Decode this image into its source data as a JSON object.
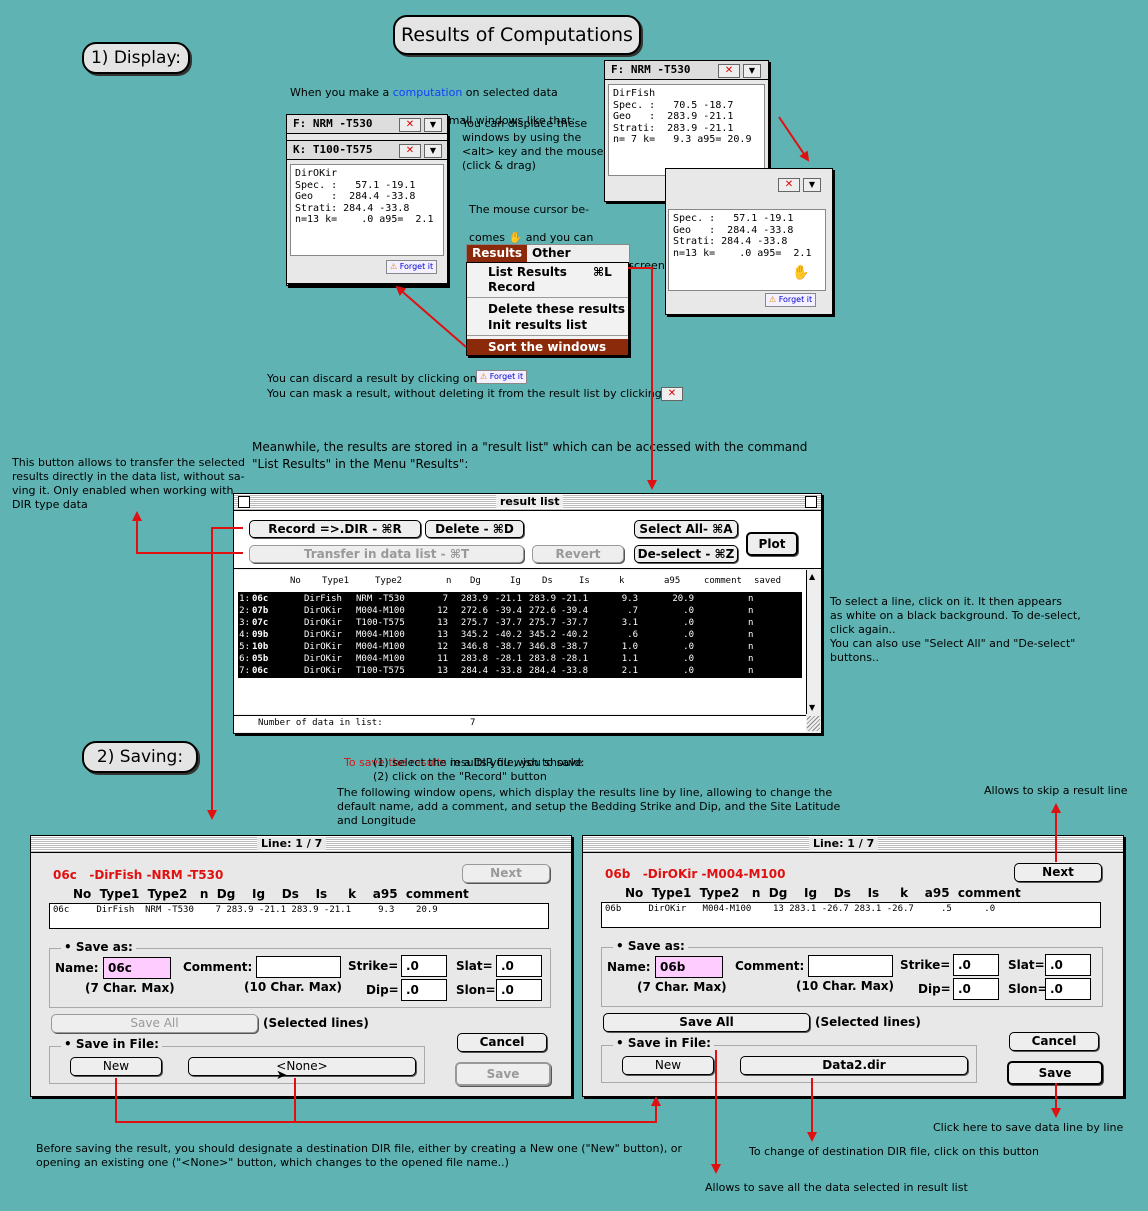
{
  "page_title": "Results of Computations",
  "section1_label": "1) Display:",
  "section2_label": "2) Saving:",
  "intro": {
    "line1_pre": "When you make a ",
    "line1_link": "computation",
    "line1_post": " on selected data",
    "line2": "the results are displayed in small windows like that:"
  },
  "note_displace": "You can displace these\nwindows by using the\n<alt> key and the mouse\n(click & drag)",
  "note_cursor_1": "The mouse cursor be-",
  "note_cursor_2a": "comes",
  "note_cursor_2b": "and you can",
  "note_cursor_3": "drag the window around the screen",
  "note_discard": "You can discard a result by clicking on:",
  "note_mask": "You can mask a result, without deleting it from the result list by clicking on:",
  "note_meanwhile": "Meanwhile, the results are stored in a \"result list\" which can be accessed with the command\n\"List Results\" in the Menu \"Results\":",
  "note_transfer": "This button allows to transfer the selected\nresults directly in the data list, without sa-\nving it. Only enabled when working with\nDIR type data",
  "note_select": "To select a line, click on it. It then appears\nas white on a black background. To de-select,\nclick again..\nYou can also use \"Select All\" and \"De-select\"\nbuttons..",
  "note_save_red": "To save the results",
  "note_save_rest": " in a DIR file, you should:",
  "note_save_steps": "(1) select the results you wish to save\n(2) click on the \"Record\" button",
  "note_save_window": "The following window opens, which display the results line by line, allowing to change the\ndefault name, add a comment, and setup the Bedding Strike and Dip, and the Site Latitude\nand Longitude",
  "note_skip": "Allows to skip a result line",
  "note_click_save": "Click here to save data line by line",
  "note_designate": "Before saving the result, you should designate a destination DIR file, either by creating a New one (\"New\" button), or\nopening an existing one (\"<None>\" button, which changes to the opened file name..)",
  "note_change_file": "To change of destination DIR file, click on this button",
  "note_save_all": "Allows to save all the data selected in result list",
  "forget_label": "Forget it",
  "close_glyph": "✕",
  "hand_glyph": "✋",
  "windows": {
    "w1_title": "F:  NRM -T530",
    "w2_title": "K:  T100-T575",
    "w2_body": "DirOKir\nSpec. :   57.1 -19.1\nGeo   :  284.4 -33.8\nStrati: 284.4 -33.8\nn=13 k=    .0 a95=  2.1",
    "w3_title": "F:  NRM -T530",
    "w3_body": "DirFish\nSpec. :   70.5 -18.7\nGeo   :  283.9 -21.1\nStrati:  283.9 -21.1\nn= 7 k=   9.3 a95= 20.9",
    "w4_body": "Spec. :   57.1 -19.1\nGeo   :  284.4 -33.8\nStrati: 284.4 -33.8\nn=13 k=    .0 a95=  2.1"
  },
  "menu": {
    "bar": [
      "Results",
      "Other drawings"
    ],
    "items": [
      {
        "label": "List Results",
        "shortcut": "⌘L"
      },
      {
        "label": "Record",
        "shortcut": ""
      },
      {
        "label": "Delete these results",
        "shortcut": ""
      },
      {
        "label": "Init results list",
        "shortcut": ""
      },
      {
        "label": "Sort the windows",
        "shortcut": ""
      }
    ]
  },
  "result_list": {
    "title": "result list",
    "buttons": {
      "record": "Record =>.DIR - ⌘R",
      "delete": "Delete - ⌘D",
      "select_all": "Select All- ⌘A",
      "plot": "Plot",
      "transfer": "Transfer in data list - ⌘T",
      "revert": "Revert",
      "deselect": "De-select - ⌘Z"
    },
    "headers": [
      "No",
      "Type1",
      "Type2",
      "n",
      "Dg",
      "Ig",
      "Ds",
      "Is",
      "k",
      "a95",
      "comment",
      "saved"
    ],
    "rows": [
      [
        "1:",
        "06c",
        "DirFish",
        "NRM -T530",
        "7",
        "283.9",
        "-21.1",
        "283.9",
        "-21.1",
        "9.3",
        "20.9",
        "n"
      ],
      [
        "2:",
        "07b",
        "DirOKir",
        "M004-M100",
        "12",
        "272.6",
        "-39.4",
        "272.6",
        "-39.4",
        ".7",
        ".0",
        "n"
      ],
      [
        "3:",
        "07c",
        "DirOKir",
        "T100-T575",
        "13",
        "275.7",
        "-37.7",
        "275.7",
        "-37.7",
        "3.1",
        ".0",
        "n"
      ],
      [
        "4:",
        "09b",
        "DirOKir",
        "M004-M100",
        "13",
        "345.2",
        "-40.2",
        "345.2",
        "-40.2",
        ".6",
        ".0",
        "n"
      ],
      [
        "5:",
        "10b",
        "DirOKir",
        "M004-M100",
        "12",
        "346.8",
        "-38.7",
        "346.8",
        "-38.7",
        "1.0",
        ".0",
        "n"
      ],
      [
        "6:",
        "05b",
        "DirOKir",
        "M004-M100",
        "11",
        "283.8",
        "-28.1",
        "283.8",
        "-28.1",
        "1.1",
        ".0",
        "n"
      ],
      [
        "7:",
        "06c",
        "DirOKir",
        "T100-T575",
        "13",
        "284.4",
        "-33.8",
        "284.4",
        "-33.8",
        "2.1",
        ".0",
        "n"
      ]
    ],
    "footer_label": "Number of data in list:",
    "footer_count": "7"
  },
  "dialog_left": {
    "title": "Line:  1 / 7",
    "heading": "06c   -DirFish -NRM -T530",
    "next": "Next",
    "col_header": "No  Type1  Type2   n  Dg    Ig    Ds    Is     k    a95  comment",
    "row": "06c     DirFish  NRM -T530    7 283.9 -21.1 283.9 -21.1     9.3    20.9",
    "save_as": "• Save as:",
    "name_label": "Name:",
    "name_value": "06c",
    "name_hint": "(7 Char. Max)",
    "comment_label": "Comment:",
    "comment_hint": "(10 Char. Max)",
    "strike_label": "Strike=",
    "strike_value": ".0",
    "dip_label": "Dip=",
    "dip_value": ".0",
    "slat_label": "Slat=",
    "slat_value": ".0",
    "slon_label": "Slon=",
    "slon_value": ".0",
    "save_all": "Save All",
    "selected_lines": "(Selected lines)",
    "save_in_file": "• Save in File:",
    "new": "New",
    "file": "<None>",
    "cancel": "Cancel",
    "save": "Save"
  },
  "dialog_right": {
    "title": "Line:  1 / 7",
    "heading": "06b   -DirOKir -M004-M100",
    "next": "Next",
    "col_header": "No  Type1  Type2   n  Dg    Ig    Ds    Is     k    a95  comment",
    "row": "06b     DirOKir   M004-M100    13 283.1 -26.7 283.1 -26.7     .5      .0",
    "save_as": "• Save as:",
    "name_label": "Name:",
    "name_value": "06b",
    "name_hint": "(7 Char. Max)",
    "comment_label": "Comment:",
    "comment_hint": "(10 Char. Max)",
    "strike_label": "Strike=",
    "strike_value": ".0",
    "dip_label": "Dip=",
    "dip_value": ".0",
    "slat_label": "Slat=",
    "slat_value": ".0",
    "slon_label": "Slon=",
    "slon_value": ".0",
    "save_all": "Save All",
    "selected_lines": "(Selected lines)",
    "save_in_file": "• Save in File:",
    "new": "New",
    "file": "Data2.dir",
    "cancel": "Cancel",
    "save": "Save"
  },
  "colors": {
    "background": "#5fb3b3",
    "arrow": "#e01010",
    "menu_accent": "#8b2a0a",
    "link": "#1040ff",
    "name_field": "#ffccff"
  }
}
